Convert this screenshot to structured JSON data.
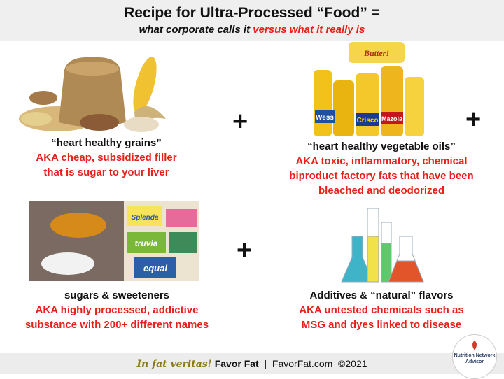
{
  "header": {
    "title": "Recipe for Ultra-Processed “Food” =",
    "subtitle_part1": "what ",
    "subtitle_part2": "corporate calls it",
    "subtitle_part3": " versus what it ",
    "subtitle_part4": "really is"
  },
  "items": [
    {
      "head": "“heart healthy grains”",
      "aka_line1": "AKA cheap, subsidized filler",
      "aka_line2": "that is sugar to your liver"
    },
    {
      "head": "“heart healthy vegetable oils”",
      "aka_line1": "AKA toxic, inflammatory, chemical",
      "aka_line2": "biproduct factory fats that have been",
      "aka_line3": "bleached and deodorized"
    },
    {
      "head": "sugars & sweeteners",
      "aka_line1": "AKA highly processed, addictive",
      "aka_line2": "substance with 200+ different names"
    },
    {
      "head": "Additives & “natural” flavors",
      "aka_line1": "AKA untested chemicals such as",
      "aka_line2": "MSG and dyes linked to disease"
    }
  ],
  "plus_sign": "+",
  "product_labels": {
    "butter": "Butter!",
    "wesson": "Wess",
    "crisco": "Crisco",
    "mazola": "Mazola",
    "splenda": "Splenda",
    "truvia": "truvia",
    "equal": "equal"
  },
  "footer": {
    "motto": "In fat veritas!",
    "brand": "Favor Fat",
    "separator": "  |  ",
    "site": "FavorFat.com",
    "copyright": "  ©2021"
  },
  "badge": {
    "line1": "Nutrition Network",
    "line2": "Advisor"
  },
  "colors": {
    "accent_red": "#e8201a",
    "header_bg": "#efefef",
    "motto": "#8a7a1a"
  }
}
